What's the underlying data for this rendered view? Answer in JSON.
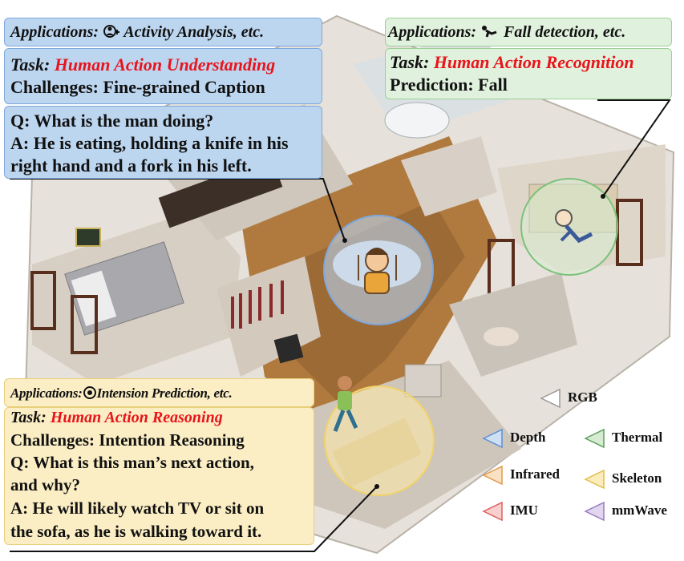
{
  "top_left": {
    "applications_prefix": "Applications:",
    "applications_icon": "activity-analysis-icon",
    "applications_suffix": "Activity Analysis, etc.",
    "task_prefix": "Task:",
    "task_name": "Human Action Understanding",
    "challenges": "Challenges: Fine-grained Caption",
    "question": "Q: What is the man doing?",
    "answer_line1": "A: He is eating, holding a knife in his",
    "answer_line2": "right hand and a fork in his left."
  },
  "top_right": {
    "applications_prefix": "Applications:",
    "applications_icon": "fall-detection-icon",
    "applications_suffix": "Fall detection, etc.",
    "task_prefix": "Task:",
    "task_name": "Human Action Recognition",
    "prediction": "Prediction: Fall"
  },
  "bottom_left": {
    "applications_prefix": "Applications:",
    "applications_icon": "intention-prediction-icon",
    "applications_suffix": "Intension Prediction, etc.",
    "task_prefix": "Task:",
    "task_name": "Human Action Reasoning",
    "challenges": "Challenges: Intention Reasoning",
    "question_line1": "Q: What is this man’s next action,",
    "question_line2": "and why?",
    "answer_line1": "A: He will likely watch TV or sit on",
    "answer_line2": "the sofa, as he is walking toward it."
  },
  "legend": [
    {
      "label": "RGB",
      "color": "#ffffff",
      "stroke": "#9a9a9a"
    },
    {
      "label": "Depth",
      "color": "#cfe0f5",
      "stroke": "#5b8fd6"
    },
    {
      "label": "Thermal",
      "color": "#d6ecd2",
      "stroke": "#5f9f5a"
    },
    {
      "label": "Infrared",
      "color": "#fbe1c4",
      "stroke": "#e09a4c"
    },
    {
      "label": "Skeleton",
      "color": "#fbedbb",
      "stroke": "#e0bd4c"
    },
    {
      "label": "IMU",
      "color": "#f8cfcf",
      "stroke": "#e06060"
    },
    {
      "label": "mmWave",
      "color": "#e2d6ef",
      "stroke": "#9a7cc4"
    }
  ],
  "colors": {
    "blue_panel": "#bdd6f0",
    "green_panel": "#e0f1dd",
    "yellow_panel": "#fbeec4",
    "task_red": "#e8141b"
  }
}
